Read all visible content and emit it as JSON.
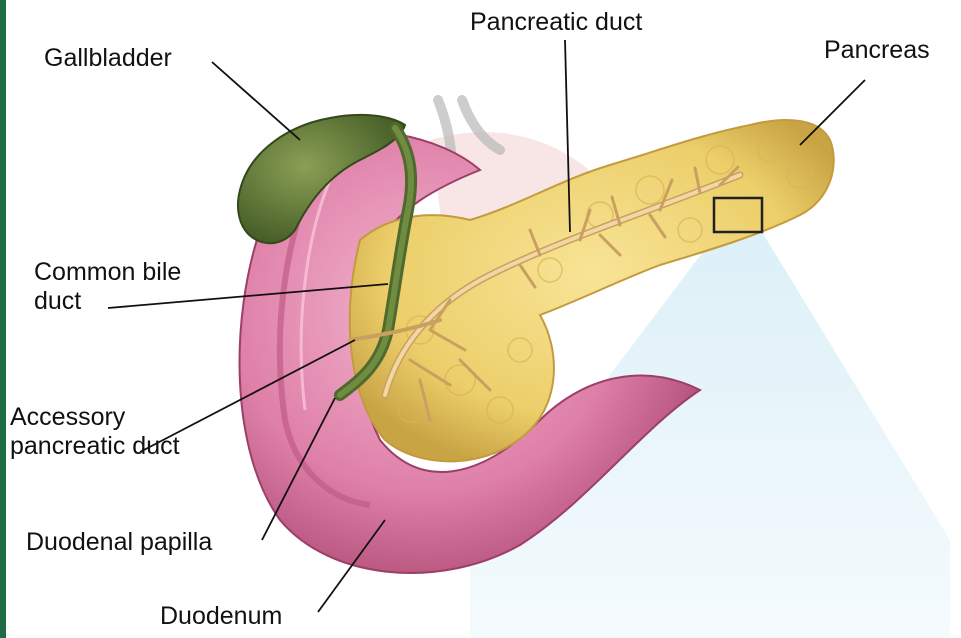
{
  "labels": {
    "gallbladder": "Gallbladder",
    "pancreatic_duct": "Pancreatic duct",
    "pancreas": "Pancreas",
    "common_bile_duct": [
      "Common bile",
      "duct"
    ],
    "accessory_pancreatic_duct": [
      "Accessory",
      "pancreatic duct"
    ],
    "duodenal_papilla": "Duodenal papilla",
    "duodenum": "Duodenum"
  },
  "colors": {
    "pancreas": "#f2d67a",
    "pancreas_shade": "#d9b552",
    "duct": "#e8c58a",
    "duodenum": "#e48ab0",
    "duodenum_dark": "#b34d7d",
    "gallbladder": "#5f7a34",
    "bile_duct": "#4e6a2e",
    "callout": "#dff0f8",
    "leader": "#111111"
  }
}
